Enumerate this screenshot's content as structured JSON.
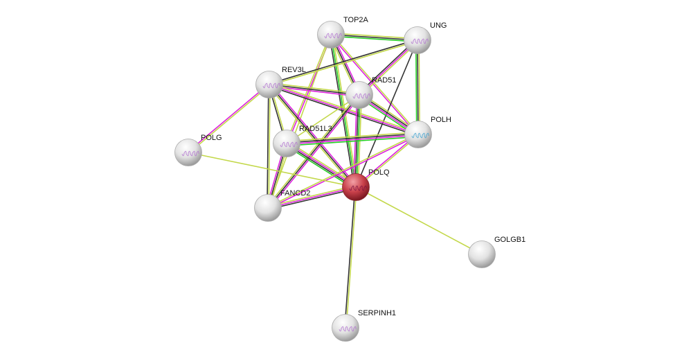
{
  "title": "Protein interaction network",
  "center_node": "POLQ",
  "colors": {
    "neighborhood": "#22cc22",
    "experiments": "#dd22dd",
    "textmining": "#c3d84a",
    "coexpression": "#333333",
    "query_node": "#c8404a",
    "node": "#e6e6e6"
  },
  "nodes": [
    {
      "id": "TOP2A",
      "label": "TOP2A",
      "structure": true
    },
    {
      "id": "UNG",
      "label": "UNG",
      "structure": true
    },
    {
      "id": "REV3L",
      "label": "REV3L",
      "structure": true
    },
    {
      "id": "RAD51",
      "label": "RAD51",
      "structure": true
    },
    {
      "id": "POLH",
      "label": "POLH",
      "structure": true
    },
    {
      "id": "POLG",
      "label": "POLG",
      "structure": true
    },
    {
      "id": "RAD51L3",
      "label": "RAD51L3",
      "structure": true
    },
    {
      "id": "POLQ",
      "label": "POLQ",
      "structure": true
    },
    {
      "id": "FANCD2",
      "label": "FANCD2",
      "structure": false
    },
    {
      "id": "GOLGB1",
      "label": "GOLGB1",
      "structure": false
    },
    {
      "id": "SERPINH1",
      "label": "SERPINH1",
      "structure": true
    }
  ],
  "edges": [
    {
      "a": "TOP2A",
      "b": "UNG",
      "types": [
        "textmining",
        "coexpression",
        "neighborhood"
      ]
    },
    {
      "a": "TOP2A",
      "b": "RAD51",
      "types": [
        "experiments",
        "coexpression",
        "textmining"
      ]
    },
    {
      "a": "TOP2A",
      "b": "POLQ",
      "types": [
        "textmining",
        "neighborhood",
        "coexpression"
      ]
    },
    {
      "a": "TOP2A",
      "b": "RAD51L3",
      "types": [
        "experiments",
        "textmining"
      ]
    },
    {
      "a": "TOP2A",
      "b": "FANCD2",
      "types": [
        "textmining"
      ]
    },
    {
      "a": "TOP2A",
      "b": "POLH",
      "types": [
        "textmining",
        "experiments"
      ]
    },
    {
      "a": "UNG",
      "b": "REV3L",
      "types": [
        "textmining",
        "coexpression"
      ]
    },
    {
      "a": "UNG",
      "b": "RAD51",
      "types": [
        "textmining",
        "experiments",
        "coexpression"
      ]
    },
    {
      "a": "UNG",
      "b": "POLH",
      "types": [
        "textmining",
        "coexpression",
        "neighborhood"
      ]
    },
    {
      "a": "UNG",
      "b": "POLQ",
      "types": [
        "coexpression"
      ]
    },
    {
      "a": "REV3L",
      "b": "RAD51",
      "types": [
        "textmining",
        "coexpression",
        "experiments"
      ]
    },
    {
      "a": "REV3L",
      "b": "POLH",
      "types": [
        "textmining",
        "experiments",
        "coexpression"
      ]
    },
    {
      "a": "REV3L",
      "b": "POLG",
      "types": [
        "textmining",
        "experiments"
      ]
    },
    {
      "a": "REV3L",
      "b": "RAD51L3",
      "types": [
        "textmining",
        "coexpression"
      ]
    },
    {
      "a": "REV3L",
      "b": "FANCD2",
      "types": [
        "textmining",
        "coexpression"
      ]
    },
    {
      "a": "REV3L",
      "b": "POLQ",
      "types": [
        "experiments",
        "coexpression",
        "textmining"
      ]
    },
    {
      "a": "RAD51",
      "b": "POLH",
      "types": [
        "textmining",
        "coexpression",
        "experiments",
        "neighborhood"
      ]
    },
    {
      "a": "RAD51",
      "b": "RAD51L3",
      "types": [
        "textmining"
      ]
    },
    {
      "a": "RAD51",
      "b": "FANCD2",
      "types": [
        "experiments",
        "coexpression",
        "textmining"
      ]
    },
    {
      "a": "RAD51",
      "b": "POLQ",
      "types": [
        "textmining",
        "neighborhood",
        "coexpression",
        "experiments"
      ]
    },
    {
      "a": "RAD51L3",
      "b": "POLH",
      "types": [
        "textmining",
        "coexpression",
        "experiments",
        "neighborhood"
      ]
    },
    {
      "a": "RAD51L3",
      "b": "POLQ",
      "types": [
        "textmining",
        "experiments",
        "coexpression",
        "neighborhood"
      ]
    },
    {
      "a": "RAD51L3",
      "b": "FANCD2",
      "types": [
        "textmining",
        "coexpression",
        "experiments"
      ]
    },
    {
      "a": "POLH",
      "b": "POLQ",
      "types": [
        "textmining",
        "experiments"
      ]
    },
    {
      "a": "POLH",
      "b": "FANCD2",
      "types": [
        "experiments",
        "textmining"
      ]
    },
    {
      "a": "POLG",
      "b": "POLQ",
      "types": [
        "textmining"
      ]
    },
    {
      "a": "FANCD2",
      "b": "POLQ",
      "types": [
        "textmining",
        "experiments",
        "coexpression"
      ]
    },
    {
      "a": "POLQ",
      "b": "GOLGB1",
      "types": [
        "textmining"
      ]
    },
    {
      "a": "POLQ",
      "b": "SERPINH1",
      "types": [
        "textmining",
        "coexpression"
      ]
    }
  ]
}
